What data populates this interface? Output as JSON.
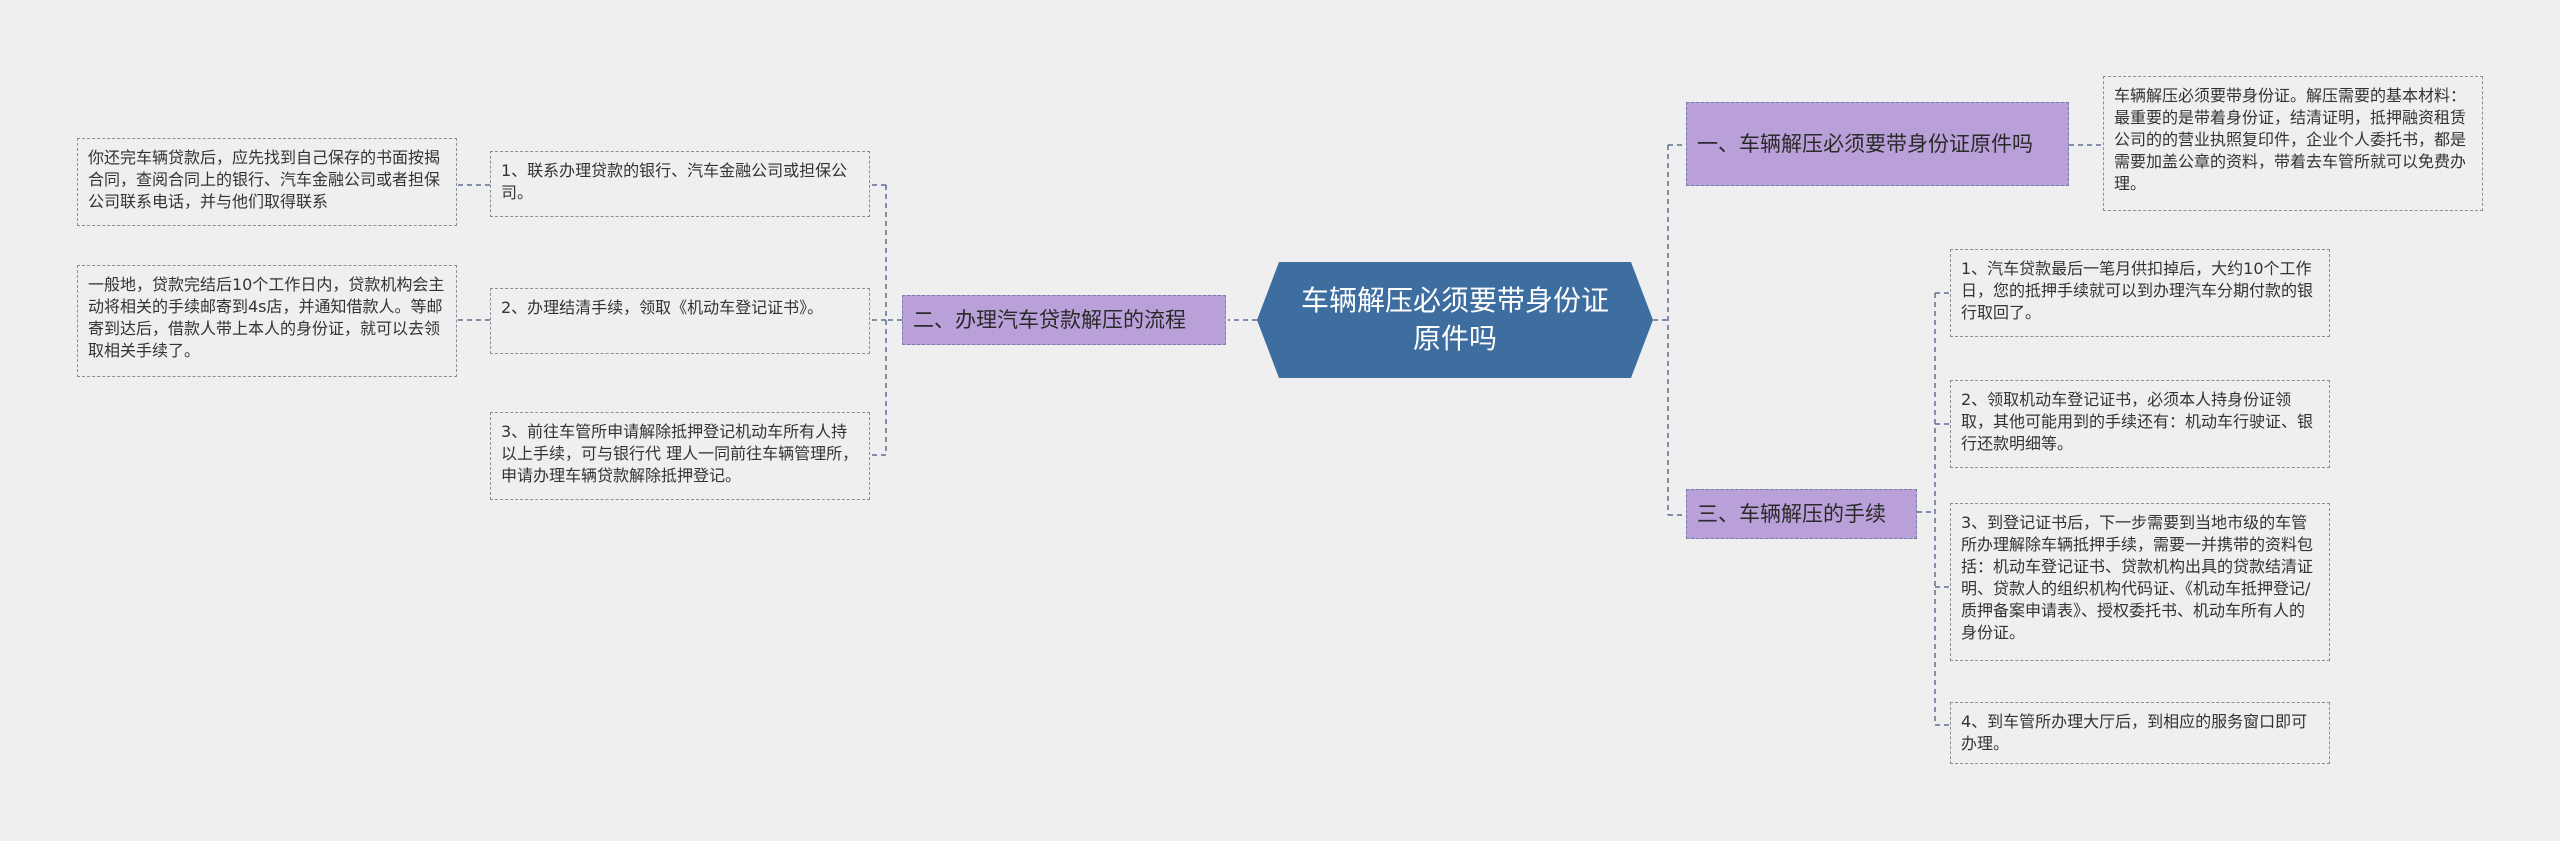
{
  "root": {
    "title": "车辆解压必须要带身份证原件吗"
  },
  "branches": {
    "b1": {
      "label": "一、车辆解压必须要带身份证原件吗"
    },
    "b2": {
      "label": "二、办理汽车贷款解压的流程"
    },
    "b3": {
      "label": "三、车辆解压的手续"
    }
  },
  "leaves": {
    "b1_1": "车辆解压必须要带身份证。解压需要的基本材料：最重要的是带着身份证，结清证明，抵押融资租赁公司的的营业执照复印件，企业个人委托书，都是需要加盖公章的资料，带着去车管所就可以免费办理。",
    "b2_1": "1、联系办理贷款的银行、汽车金融公司或担保公司。",
    "b2_1_d": "你还完车辆贷款后，应先找到自己保存的书面按揭合同，查阅合同上的银行、汽车金融公司或者担保公司联系电话，并与他们取得联系",
    "b2_2": "2、办理结清手续，领取《机动车登记证书》。",
    "b2_2_d": "一般地，贷款完结后10个工作日内，贷款机构会主动将相关的手续邮寄到4s店，并通知借款人。等邮寄到达后，借款人带上本人的身份证，就可以去领取相关手续了。",
    "b2_3": "3、前往车管所申请解除抵押登记机动车所有人持以上手续，可与银行代 理人一同前往车辆管理所，申请办理车辆贷款解除抵押登记。",
    "b3_1": "1、汽车贷款最后一笔月供扣掉后，大约10个工作日，您的抵押手续就可以到办理汽车分期付款的银行取回了。",
    "b3_2": "2、领取机动车登记证书，必须本人持身份证领取，其他可能用到的手续还有：机动车行驶证、银行还款明细等。",
    "b3_3": "3、到登记证书后，下一步需要到当地市级的车管所办理解除车辆抵押手续，需要一并携带的资料包括：机动车登记证书、贷款机构出具的贷款结清证明、贷款人的组织机构代码证、《机动车抵押登记/质押备案申请表》、授权委托书、机动车所有人的身份证。",
    "b3_4": "4、到车管所办理大厅后，到相应的服务窗口即可办理。"
  },
  "colors": {
    "background": "#efefef",
    "root": "#3d6e9f",
    "branch": "#b9a0d8",
    "line": "#5c6e96"
  }
}
